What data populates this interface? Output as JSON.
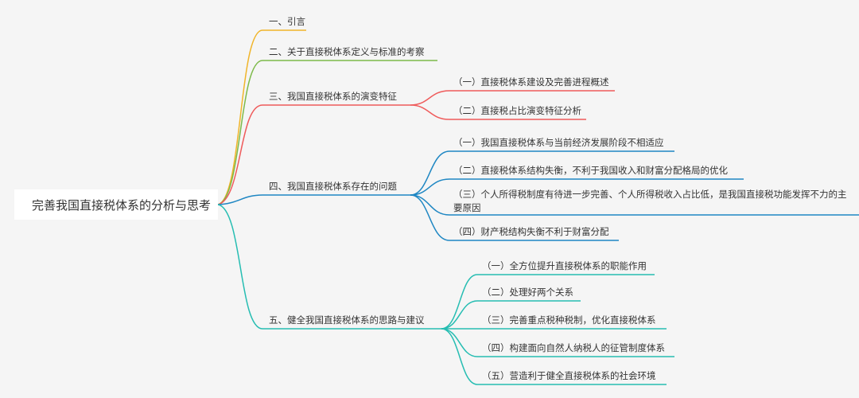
{
  "root": {
    "title": "完善我国直接税体系的分析与思考"
  },
  "colors": {
    "b1": "#f0b429",
    "b2": "#7dba4a",
    "b3": "#ef5b5b",
    "b4": "#1f87c3",
    "b5": "#26bdb2"
  },
  "branches": [
    {
      "label": "一、引言",
      "children": []
    },
    {
      "label": "二、关于直接税体系定义与标准的考察",
      "children": []
    },
    {
      "label": "三、我国直接税体系的演变特征",
      "children": [
        "（一）直接税体系建设及完善进程概述",
        "（二）直接税占比演变特征分析"
      ]
    },
    {
      "label": "四、我国直接税体系存在的问题",
      "children": [
        "（一）我国直接税体系与当前经济发展阶段不相适应",
        "（二）直接税体系结构失衡，不利于我国收入和财富分配格局的优化",
        "（三）个人所得税制度有待进一步完善、个人所得税收入占比低，是我国直接税功能发挥不力的主要原因",
        "（四）财产税结构失衡不利于财富分配"
      ]
    },
    {
      "label": "五、健全我国直接税体系的思路与建议",
      "children": [
        "（一）全方位提升直接税体系的职能作用",
        "（二）处理好两个关系",
        "（三）完善重点税种税制，优化直接税体系",
        "（四）构建面向自然人纳税人的征管制度体系",
        "（五）营造利于健全直接税体系的社会环境"
      ]
    }
  ]
}
